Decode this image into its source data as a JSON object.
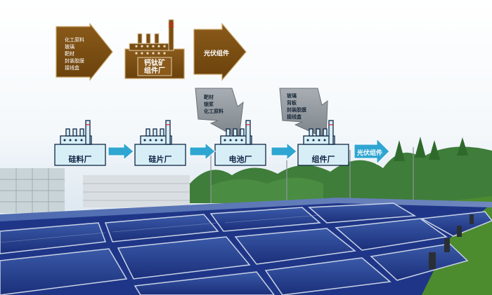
{
  "top_row": {
    "left_arrow_items": [
      "化工原料",
      "玻璃",
      "靶材",
      "封装胶膜",
      "接线盒"
    ],
    "factory_line1": "钙钛矿",
    "factory_line2": "组件厂",
    "right_arrow_text": "光伏组件"
  },
  "chain": {
    "factories": [
      "硅料厂",
      "硅片厂",
      "电池厂",
      "组件厂"
    ],
    "output_text": "光伏组件"
  },
  "inputs": {
    "battery": [
      "靶材",
      "银浆",
      "化工原料"
    ],
    "module": [
      "玻璃",
      "背板",
      "封装胶膜",
      "接线盒"
    ]
  },
  "panel_logo": "",
  "colors": {
    "brown_fill": "#7a4e12",
    "brown_edge": "#c9a063",
    "factory_box": "#d8eef7",
    "chain_arrow": "#2fa6d1",
    "gray_arrow": "#8b9299"
  }
}
